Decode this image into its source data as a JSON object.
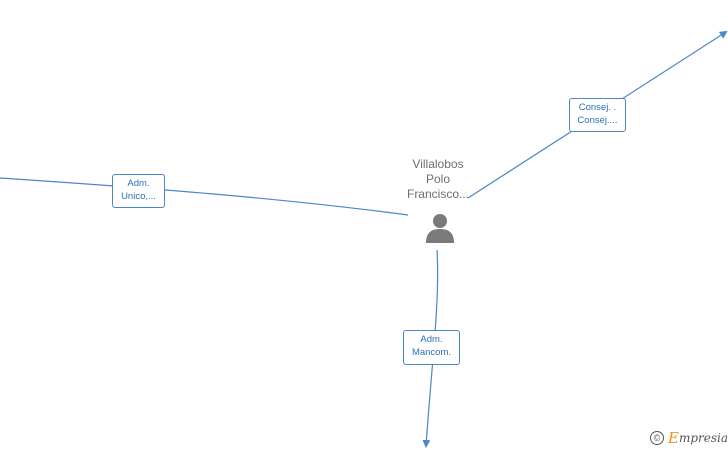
{
  "center_person": {
    "name_lines": [
      "Villalobos",
      "Polo",
      "Francisco..."
    ]
  },
  "edges": {
    "adm_unico": [
      "Adm.",
      "Unico,..."
    ],
    "consej": [
      "Consej. .",
      "Consej...."
    ],
    "adm_mancom": [
      "Adm.",
      "Mancom."
    ]
  },
  "brand": {
    "copyright": "©",
    "logo_first": "E",
    "logo_rest": "mpresia"
  },
  "colors": {
    "edge": "#4a86c8",
    "label_text": "#2f6fb8",
    "person_icon": "#7a7a7a",
    "brand_accent": "#e8931a"
  }
}
